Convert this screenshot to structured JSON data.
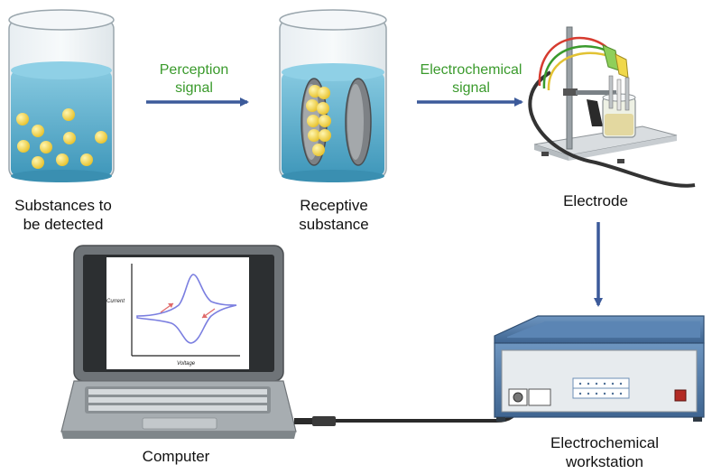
{
  "labels": {
    "substances": [
      "Substances to",
      "be detected"
    ],
    "perception": [
      "Perception",
      "signal"
    ],
    "receptive": [
      "Receptive",
      "substance"
    ],
    "electrochemical_signal": [
      "Electrochemical",
      "signal"
    ],
    "electrode": "Electrode",
    "computer": "Computer",
    "workstation": [
      "Electrochemical",
      "workstation"
    ]
  },
  "plot": {
    "ylabel": "Current",
    "xlabel": "Voltage"
  },
  "colors": {
    "arrow": "#3c5a9a",
    "green_text": "#3a9a2c",
    "liquid": "#5fb4d3",
    "particle": "#f3d84a",
    "workstation": "#4e79a7",
    "cv_curve": "#7b7fe0",
    "cv_arrows": "#e06a6a"
  }
}
